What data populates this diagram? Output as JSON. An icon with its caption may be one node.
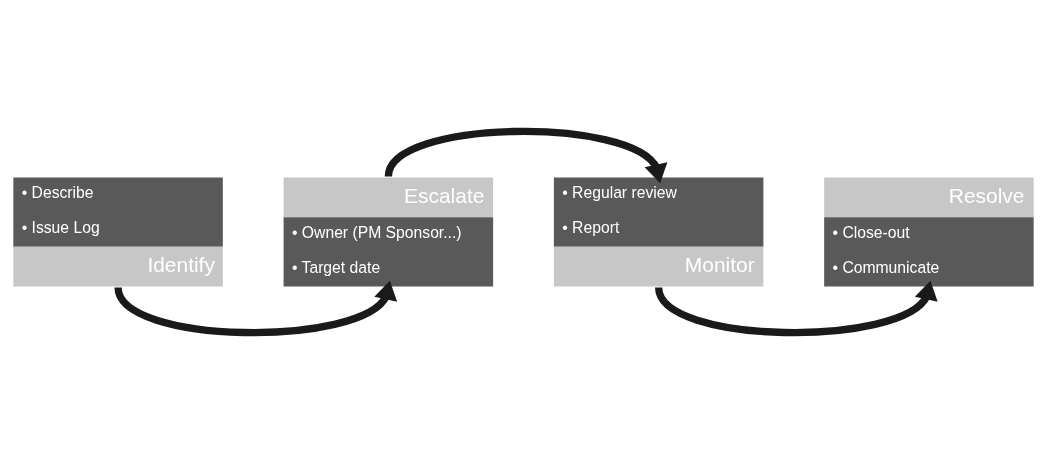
{
  "diagram": {
    "nodes": [
      {
        "text": [
          "• Describe",
          "• Issue Log",
          "Identify"
        ]
      },
      {
        "text": [
          "Escalate",
          "• Owner (PM Sponsor...)",
          "• Target date"
        ]
      },
      {
        "text": [
          "• Regular review",
          "• Report",
          "Monitor"
        ]
      },
      {
        "text": [
          "Resolve",
          "• Close-out",
          "• Communicate"
        ]
      }
    ],
    "edges": [
      {
        "from": 0,
        "to": 1,
        "arrow": "to"
      },
      {
        "from": 1,
        "to": 2,
        "arrow": "to"
      },
      {
        "from": 2,
        "to": 3,
        "arrow": "to"
      }
    ]
  }
}
